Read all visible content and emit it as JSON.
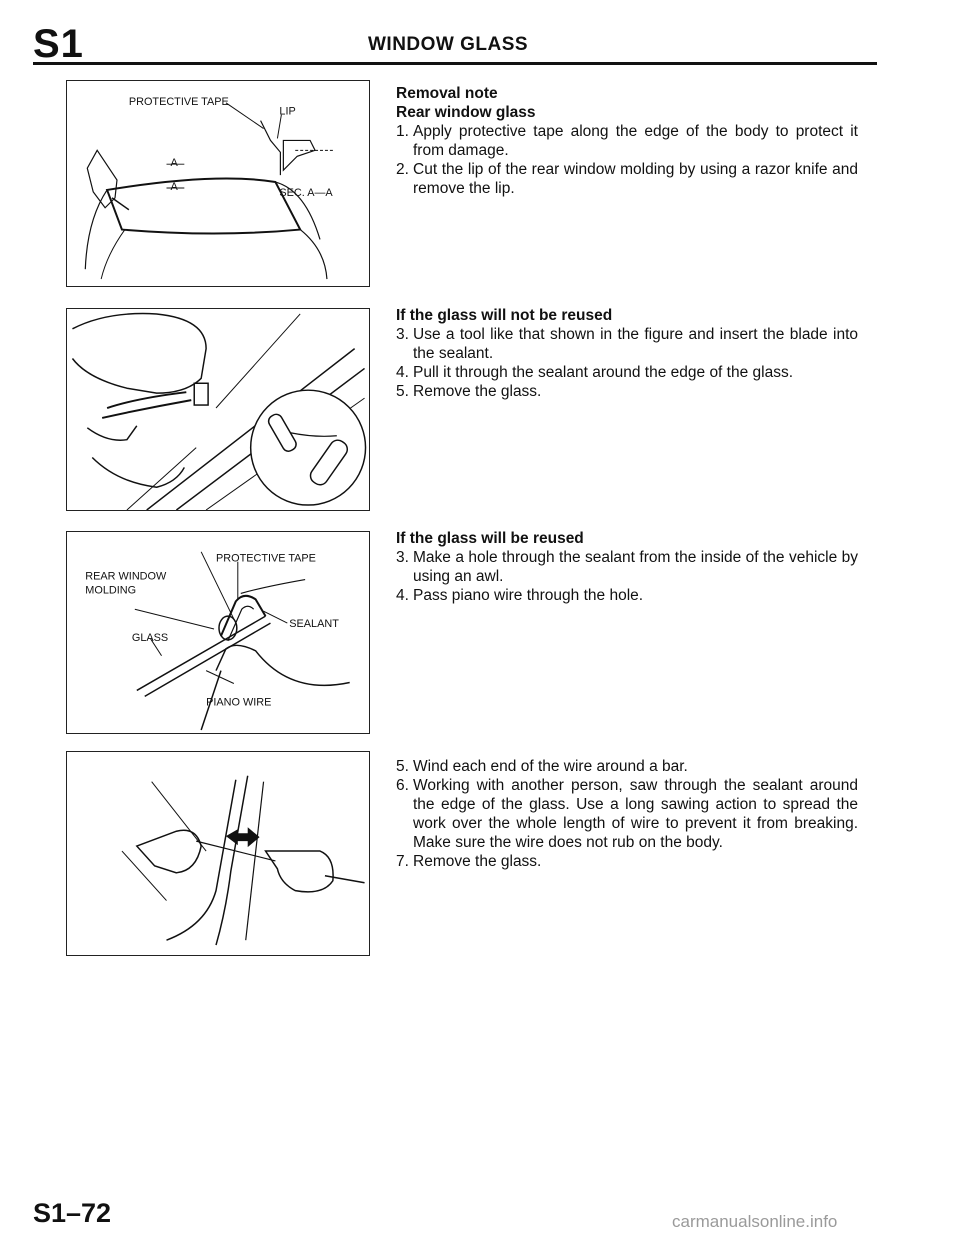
{
  "header": {
    "section_code": "S1",
    "title": "WINDOW GLASS"
  },
  "page_number": "S1–72",
  "watermark": "carmanualsonline.info",
  "figures": {
    "fig1": {
      "labels": {
        "protective_tape": "PROTECTIVE TAPE",
        "lip": "LIP",
        "a_top": "A",
        "a_bottom": "A",
        "section": "SEC. A—A"
      }
    },
    "fig3": {
      "labels": {
        "protective_tape": "PROTECTIVE TAPE",
        "rear_window_1": "REAR WINDOW",
        "rear_window_2": "MOLDING",
        "sealant": "SEALANT",
        "glass": "GLASS",
        "piano_wire": "PIANO WIRE"
      }
    }
  },
  "sections": {
    "s1": {
      "heading1": "Removal note",
      "heading2": "Rear window glass",
      "steps": [
        {
          "n": "1.",
          "text": "Apply protective tape along the edge of the body to protect it from damage."
        },
        {
          "n": "2.",
          "text": "Cut the lip of the rear window molding by using a razor knife and remove the lip."
        }
      ]
    },
    "s2": {
      "heading": "If the glass will not be reused",
      "steps": [
        {
          "n": "3.",
          "text": "Use a tool like that shown in the figure and insert the blade into the sealant."
        },
        {
          "n": "4.",
          "text": "Pull it through the sealant around the edge of the glass."
        },
        {
          "n": "5.",
          "text": "Remove the glass."
        }
      ]
    },
    "s3": {
      "heading": "If the glass will be reused",
      "steps": [
        {
          "n": "3.",
          "text": "Make a hole through the sealant from the inside of the vehicle by using an awl."
        },
        {
          "n": "4.",
          "text": "Pass piano wire through the hole."
        }
      ]
    },
    "s4": {
      "steps": [
        {
          "n": "5.",
          "text": "Wind each end of the wire around a bar."
        },
        {
          "n": "6.",
          "text": "Working with another person, saw through the sealant around the edge of the glass. Use a long sawing action to spread the work over the whole length of wire to prevent it from breaking. Make sure the wire does not rub on the body."
        },
        {
          "n": "7.",
          "text": "Remove the glass."
        }
      ]
    }
  }
}
